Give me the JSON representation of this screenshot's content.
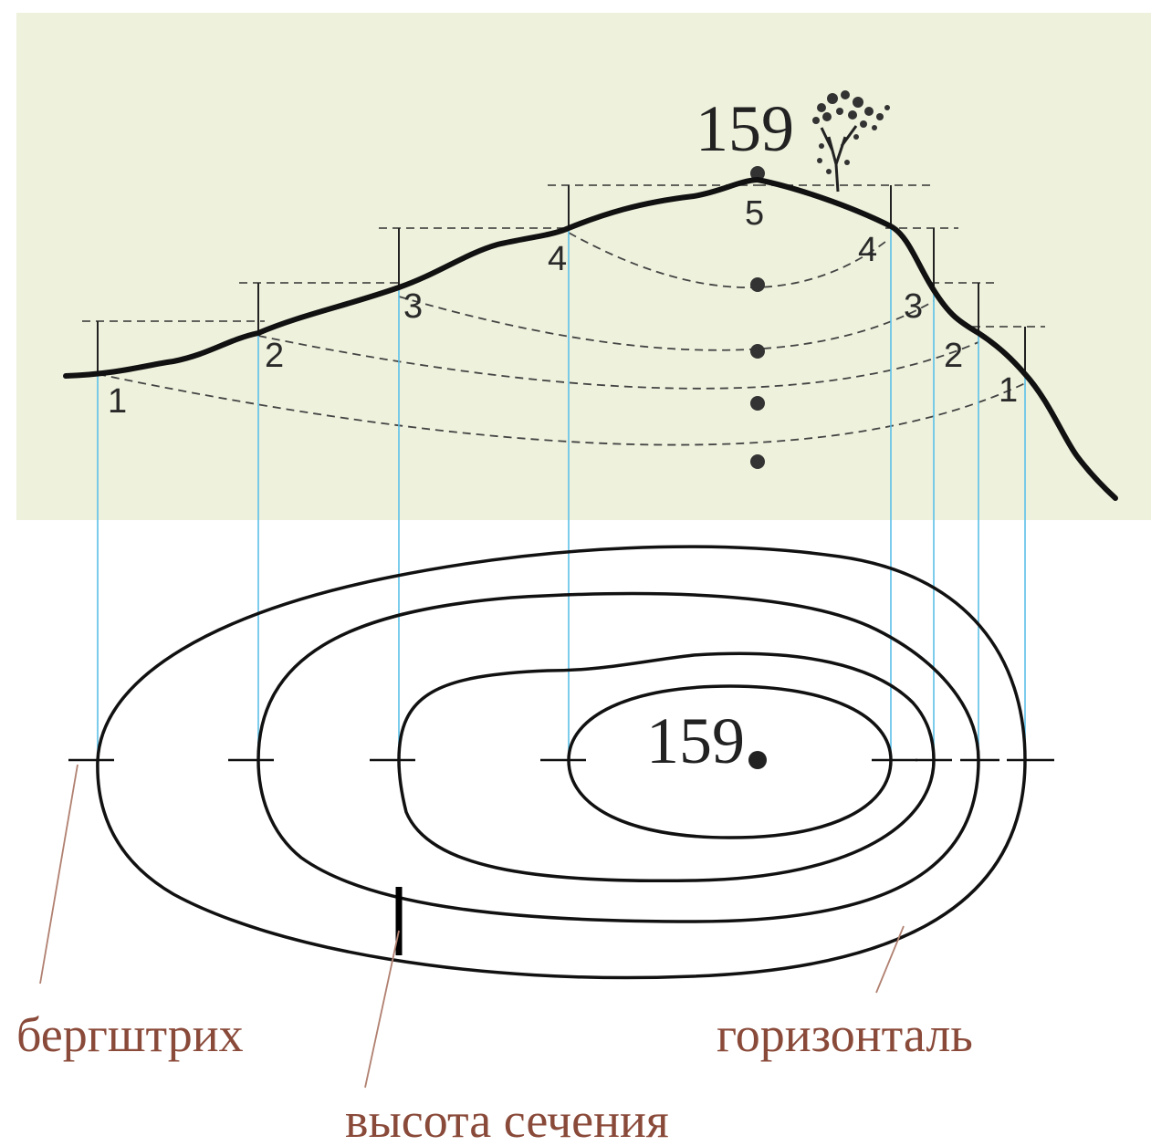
{
  "profile": {
    "peak_elevation": "159",
    "level_labels_left": [
      "1",
      "2",
      "3",
      "4"
    ],
    "level_labels_right": [
      "1",
      "2",
      "3",
      "4"
    ],
    "top_level_label": "5"
  },
  "plan": {
    "peak_elevation": "159"
  },
  "captions": {
    "bergstrich": "бергштрих",
    "contour": "горизонталь",
    "section_height": "высота сечения"
  },
  "colors": {
    "profile_background": "#eef1dc",
    "projection_lines": "#5bc0e8",
    "caption_text": "#8a4a3a",
    "leader_lines": "#b08070",
    "ink": "#111111"
  }
}
